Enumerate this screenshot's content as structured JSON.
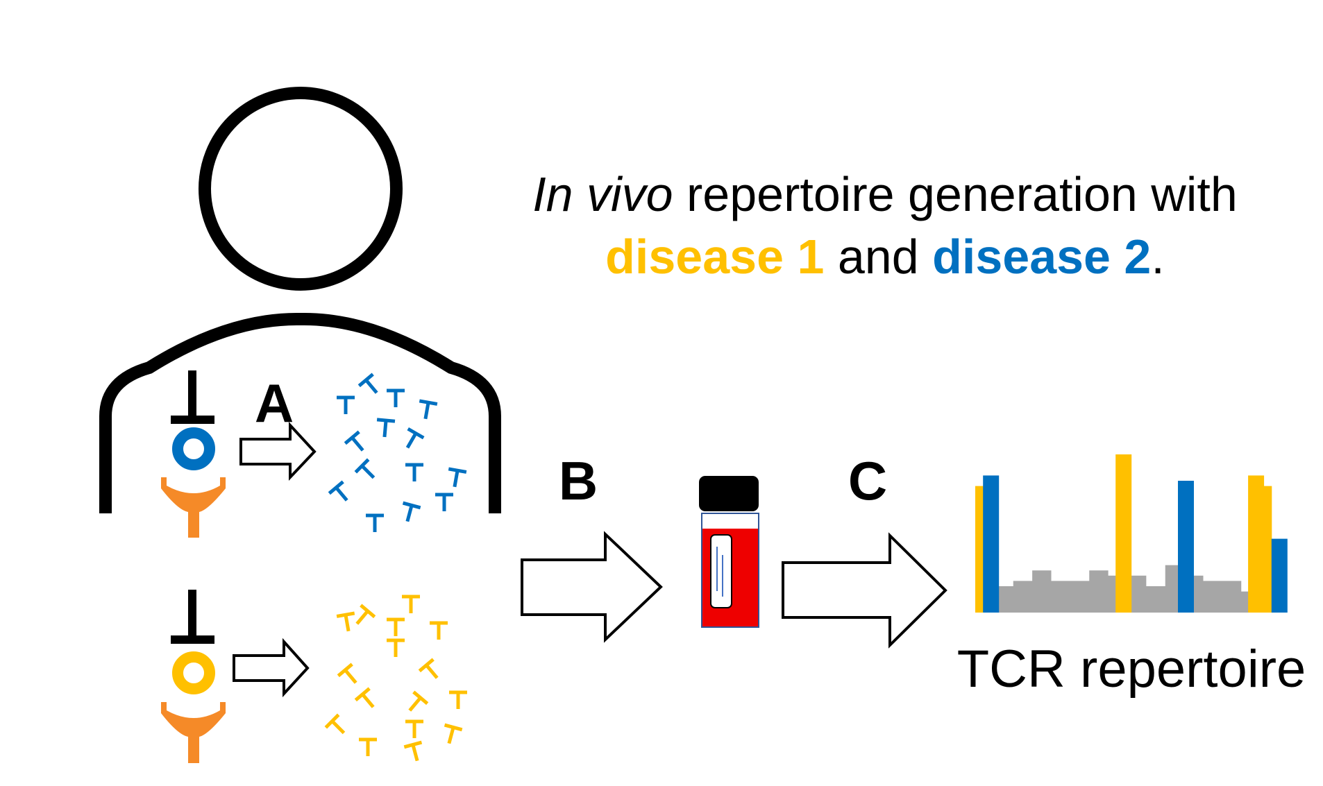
{
  "caption": {
    "line1_italic": "In vivo",
    "line1_rest": " repertoire generation with",
    "line2_d1": "disease 1",
    "line2_and": " and ",
    "line2_d2": "disease 2",
    "line2_end": "."
  },
  "steps": {
    "a": "A",
    "b": "B",
    "c": "C"
  },
  "repertoire_label": "TCR repertoire",
  "colors": {
    "disease1": "#FFC000",
    "disease2": "#0070C0",
    "receptor": "#F58A28",
    "background_bars": "#A6A6A6",
    "vial_body": "#EE0000",
    "vial_cap": "#000000"
  },
  "chart_data": {
    "type": "bar",
    "series": [
      {
        "name": "",
        "color_key": "disease1",
        "values": [
          12,
          0,
          0,
          0,
          0,
          0,
          0,
          0,
          0,
          0,
          0,
          0,
          0,
          0,
          0,
          0,
          0,
          0,
          15,
          0,
          0,
          0,
          0,
          0,
          0,
          0,
          0,
          0,
          0,
          0,
          0,
          0,
          0,
          0,
          0,
          13,
          12,
          0,
          0
        ]
      },
      {
        "name": "",
        "color_key": "disease2",
        "values": [
          0,
          13,
          0,
          0,
          0,
          0,
          0,
          0,
          0,
          0,
          0,
          0,
          0,
          0,
          0,
          0,
          0,
          0,
          0,
          0,
          0,
          0,
          0,
          0,
          0,
          0,
          12.5,
          0,
          0,
          0,
          0,
          0,
          0,
          0,
          0,
          0,
          0,
          0,
          7
        ]
      }
    ],
    "background_profile": [
      2.5,
      2.5,
      3,
      4,
      3,
      3,
      4,
      3.5,
      3.5,
      2.5,
      4.5,
      3.5,
      3,
      3,
      2,
      2.5
    ]
  }
}
